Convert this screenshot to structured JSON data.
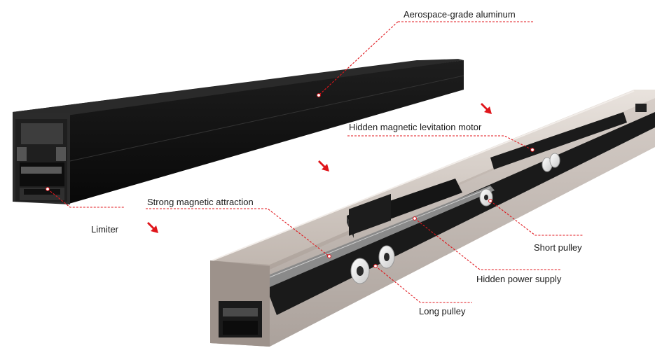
{
  "labels": {
    "aluminum": "Aerospace-grade aluminum",
    "motor": "Hidden magnetic levitation motor",
    "magnetic": "Strong magnetic attraction",
    "limiter": "Limiter",
    "short_pulley": "Short pulley",
    "power": "Hidden power supply",
    "long_pulley": "Long pulley"
  },
  "colors": {
    "leader_line": "#e0151b",
    "arrow": "#e0151b",
    "rail_black": "#161616",
    "rail_clear": "#cfc6c0"
  },
  "icons": [
    "red-arrow-icon"
  ]
}
